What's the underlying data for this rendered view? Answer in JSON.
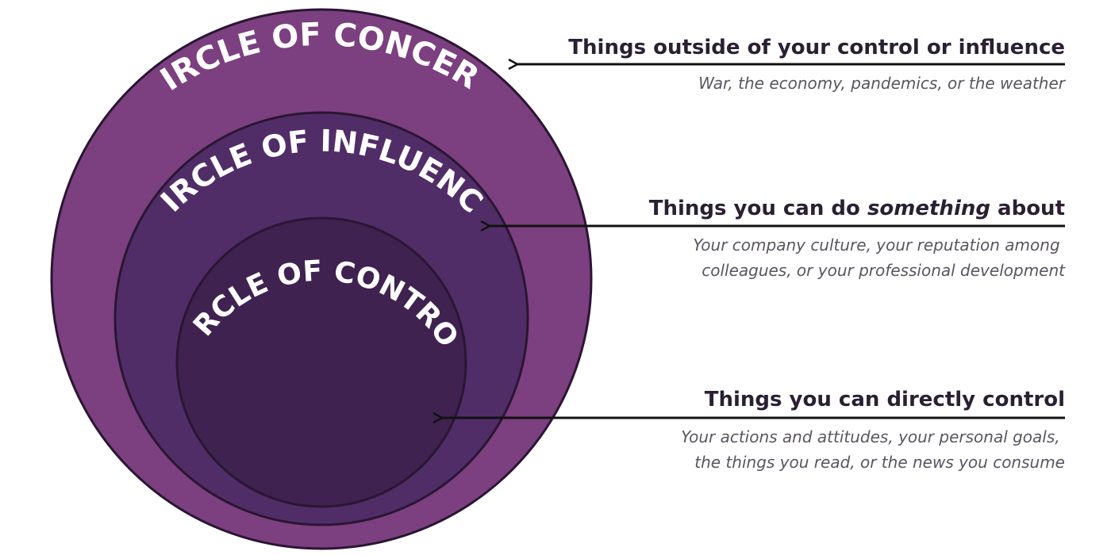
{
  "circles": {
    "concern": {
      "label": "CIRCLE OF CONCERN",
      "color": "#7c3f7f"
    },
    "influence": {
      "label": "CIRCLE OF INFLUENCE",
      "color": "#512d68"
    },
    "control": {
      "label": "CIRCLE OF CONTROL",
      "color": "#3f2250"
    },
    "outline_color": "#2a1633"
  },
  "callouts": {
    "concern": {
      "heading": "Things outside of your control or influence",
      "description_lines": [
        "War, the economy, pandemics, or the weather"
      ]
    },
    "influence": {
      "heading_before": "Things you can do ",
      "heading_emphasis": "something",
      "heading_after": " about",
      "description_lines": [
        "Your company culture, your reputation among",
        "colleagues, or your professional development"
      ]
    },
    "control": {
      "heading": "Things you can directly control",
      "description_lines": [
        "Your actions and attitudes, your personal goals,",
        "the things you read, or the news you consume"
      ]
    }
  }
}
